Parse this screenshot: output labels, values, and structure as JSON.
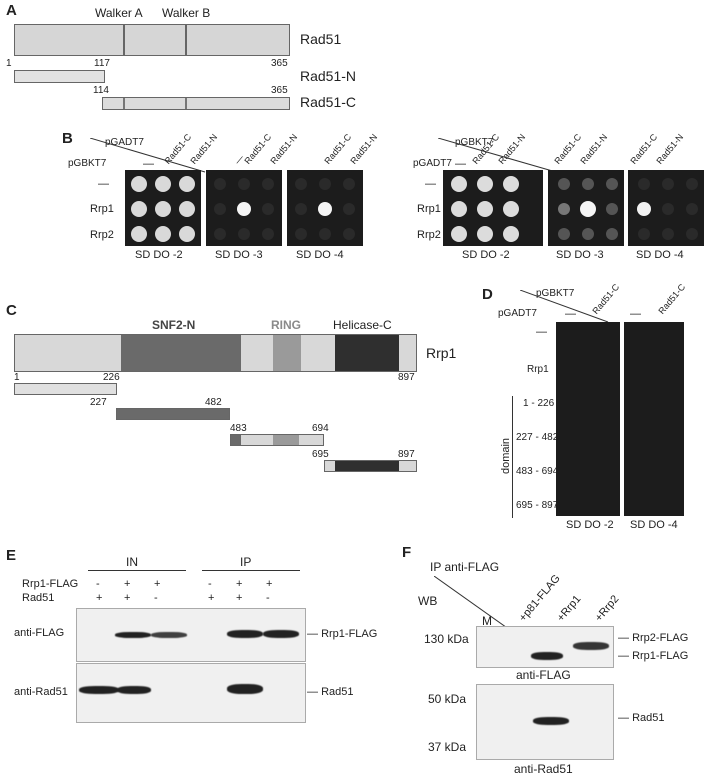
{
  "panelA": {
    "label": "A",
    "walkerA": "Walker A",
    "walkerB": "Walker B",
    "rad51": "Rad51",
    "rad51n": "Rad51-N",
    "rad51c": "Rad51-C",
    "n1": "1",
    "n117": "117",
    "n365a": "365",
    "n114": "114",
    "n365b": "365"
  },
  "panelB": {
    "label": "B",
    "left": {
      "top": "pGADT7",
      "side": "pGBKT7",
      "cols": [
        "—",
        "Rad51-C",
        "Rad51-N"
      ],
      "rows": [
        "—",
        "Rrp1",
        "Rrp2"
      ],
      "plates": [
        "SD DO -2",
        "SD DO -3",
        "SD DO -4"
      ]
    },
    "right": {
      "top": "pGBKT7",
      "side": "pGADT7",
      "cols": [
        "—",
        "Rad51-C",
        "Rad51-N"
      ],
      "rows": [
        "—",
        "Rrp1",
        "Rrp2"
      ],
      "plates": [
        "SD DO -2",
        "SD DO -3",
        "SD DO -4"
      ]
    }
  },
  "panelC": {
    "label": "C",
    "snf2": "SNF2-N",
    "ring": "RING",
    "helicase": "Helicase-C",
    "rrp1": "Rrp1",
    "n1": "1",
    "n226": "226",
    "n897a": "897",
    "n227": "227",
    "n482": "482",
    "n483": "483",
    "n694": "694",
    "n695": "695",
    "n897b": "897"
  },
  "panelD": {
    "label": "D",
    "top": "pGBKT7",
    "side": "pGADT7",
    "cols": [
      "—",
      "Rad51-C"
    ],
    "cols2": [
      "—",
      "Rad51-C"
    ],
    "rows": [
      "—",
      "Rrp1",
      "1 - 226",
      "227 - 482",
      "483 - 694",
      "695 - 897"
    ],
    "domain": "domain",
    "plates": [
      "SD DO -2",
      "SD DO -4"
    ]
  },
  "panelE": {
    "label": "E",
    "in": "IN",
    "ip": "IP",
    "rrp1flag": "Rrp1-FLAG",
    "rad51": "Rad51",
    "row1": [
      "-",
      "+",
      "+",
      "-",
      "+",
      "+"
    ],
    "row2": [
      "+",
      "+",
      "-",
      "+",
      "+",
      "-"
    ],
    "antiFlag": "anti-FLAG",
    "antiRad51": "anti-Rad51",
    "bandFlag": "Rrp1-FLAG",
    "bandRad51": "Rad51"
  },
  "panelF": {
    "label": "F",
    "ip": "IP anti-FLAG",
    "wb": "WB",
    "m": "M",
    "lanes": [
      "+p81-FLAG",
      "+Rrp1",
      "+Rrp2"
    ],
    "k130": "130 kDa",
    "k50": "50 kDa",
    "k37": "37 kDa",
    "antiFlag": "anti-FLAG",
    "antiRad51": "anti-Rad51",
    "rrp2flag": "Rrp2-FLAG",
    "rrp1flag": "Rrp1-FLAG",
    "rad51": "Rad51"
  }
}
